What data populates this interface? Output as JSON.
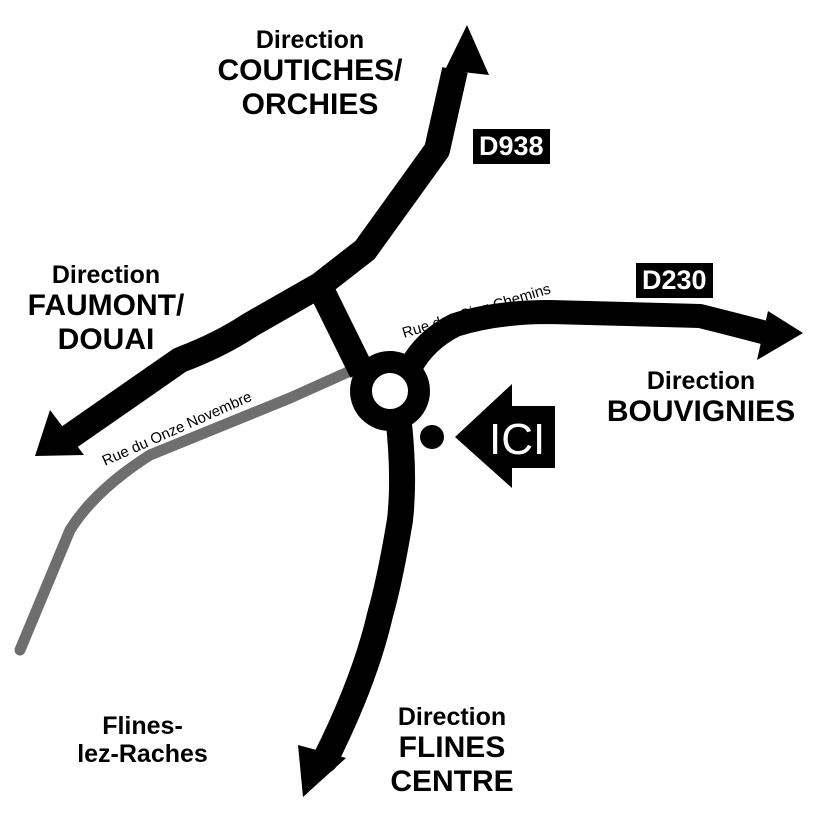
{
  "labels": {
    "coutiches": {
      "direction": "Direction",
      "place_line1": "COUTICHES/",
      "place_line2": "ORCHIES"
    },
    "faumont": {
      "direction": "Direction",
      "place_line1": "FAUMONT/",
      "place_line2": "DOUAI"
    },
    "bouvignies": {
      "direction": "Direction",
      "place": "BOUVIGNIES"
    },
    "flines_centre": {
      "direction": "Direction",
      "place_line1": "FLINES",
      "place_line2": "CENTRE"
    },
    "town_line1": "Flines-",
    "town_line2": "lez-Raches"
  },
  "road_numbers": {
    "d938": "D938",
    "d230": "D230"
  },
  "streets": {
    "cinq_chemins": "Rue des Cinq Chemins",
    "onze_novembre": "Rue du Onze Novembre"
  },
  "marker": {
    "label": "ICI"
  },
  "colors": {
    "road": "#000000",
    "minor_road": "#6e6e6e",
    "background": "#ffffff"
  }
}
